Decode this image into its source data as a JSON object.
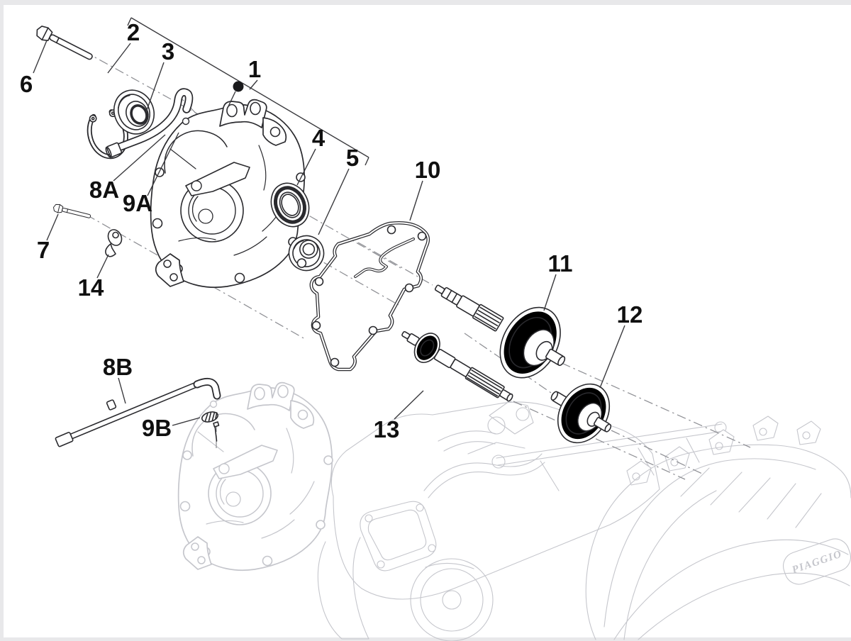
{
  "diagram": {
    "type": "exploded-parts-view",
    "callouts": {
      "c1": "1",
      "c2": "2",
      "c3": "3",
      "c4": "4",
      "c5": "5",
      "c6": "6",
      "c7": "7",
      "c8a": "8A",
      "c8b": "8B",
      "c9a": "9A",
      "c9b": "9B",
      "c10": "10",
      "c11": "11",
      "c12": "12",
      "c13": "13",
      "c14": "14"
    },
    "engine_logo": "PIAGGIO",
    "colors": {
      "part_line": "#2a2a2e",
      "ghost_line": "#c5c6cc",
      "axis_line": "#8f9095",
      "label_text": "#101010",
      "frame": "#e8e8ea",
      "background": "#ffffff"
    }
  }
}
